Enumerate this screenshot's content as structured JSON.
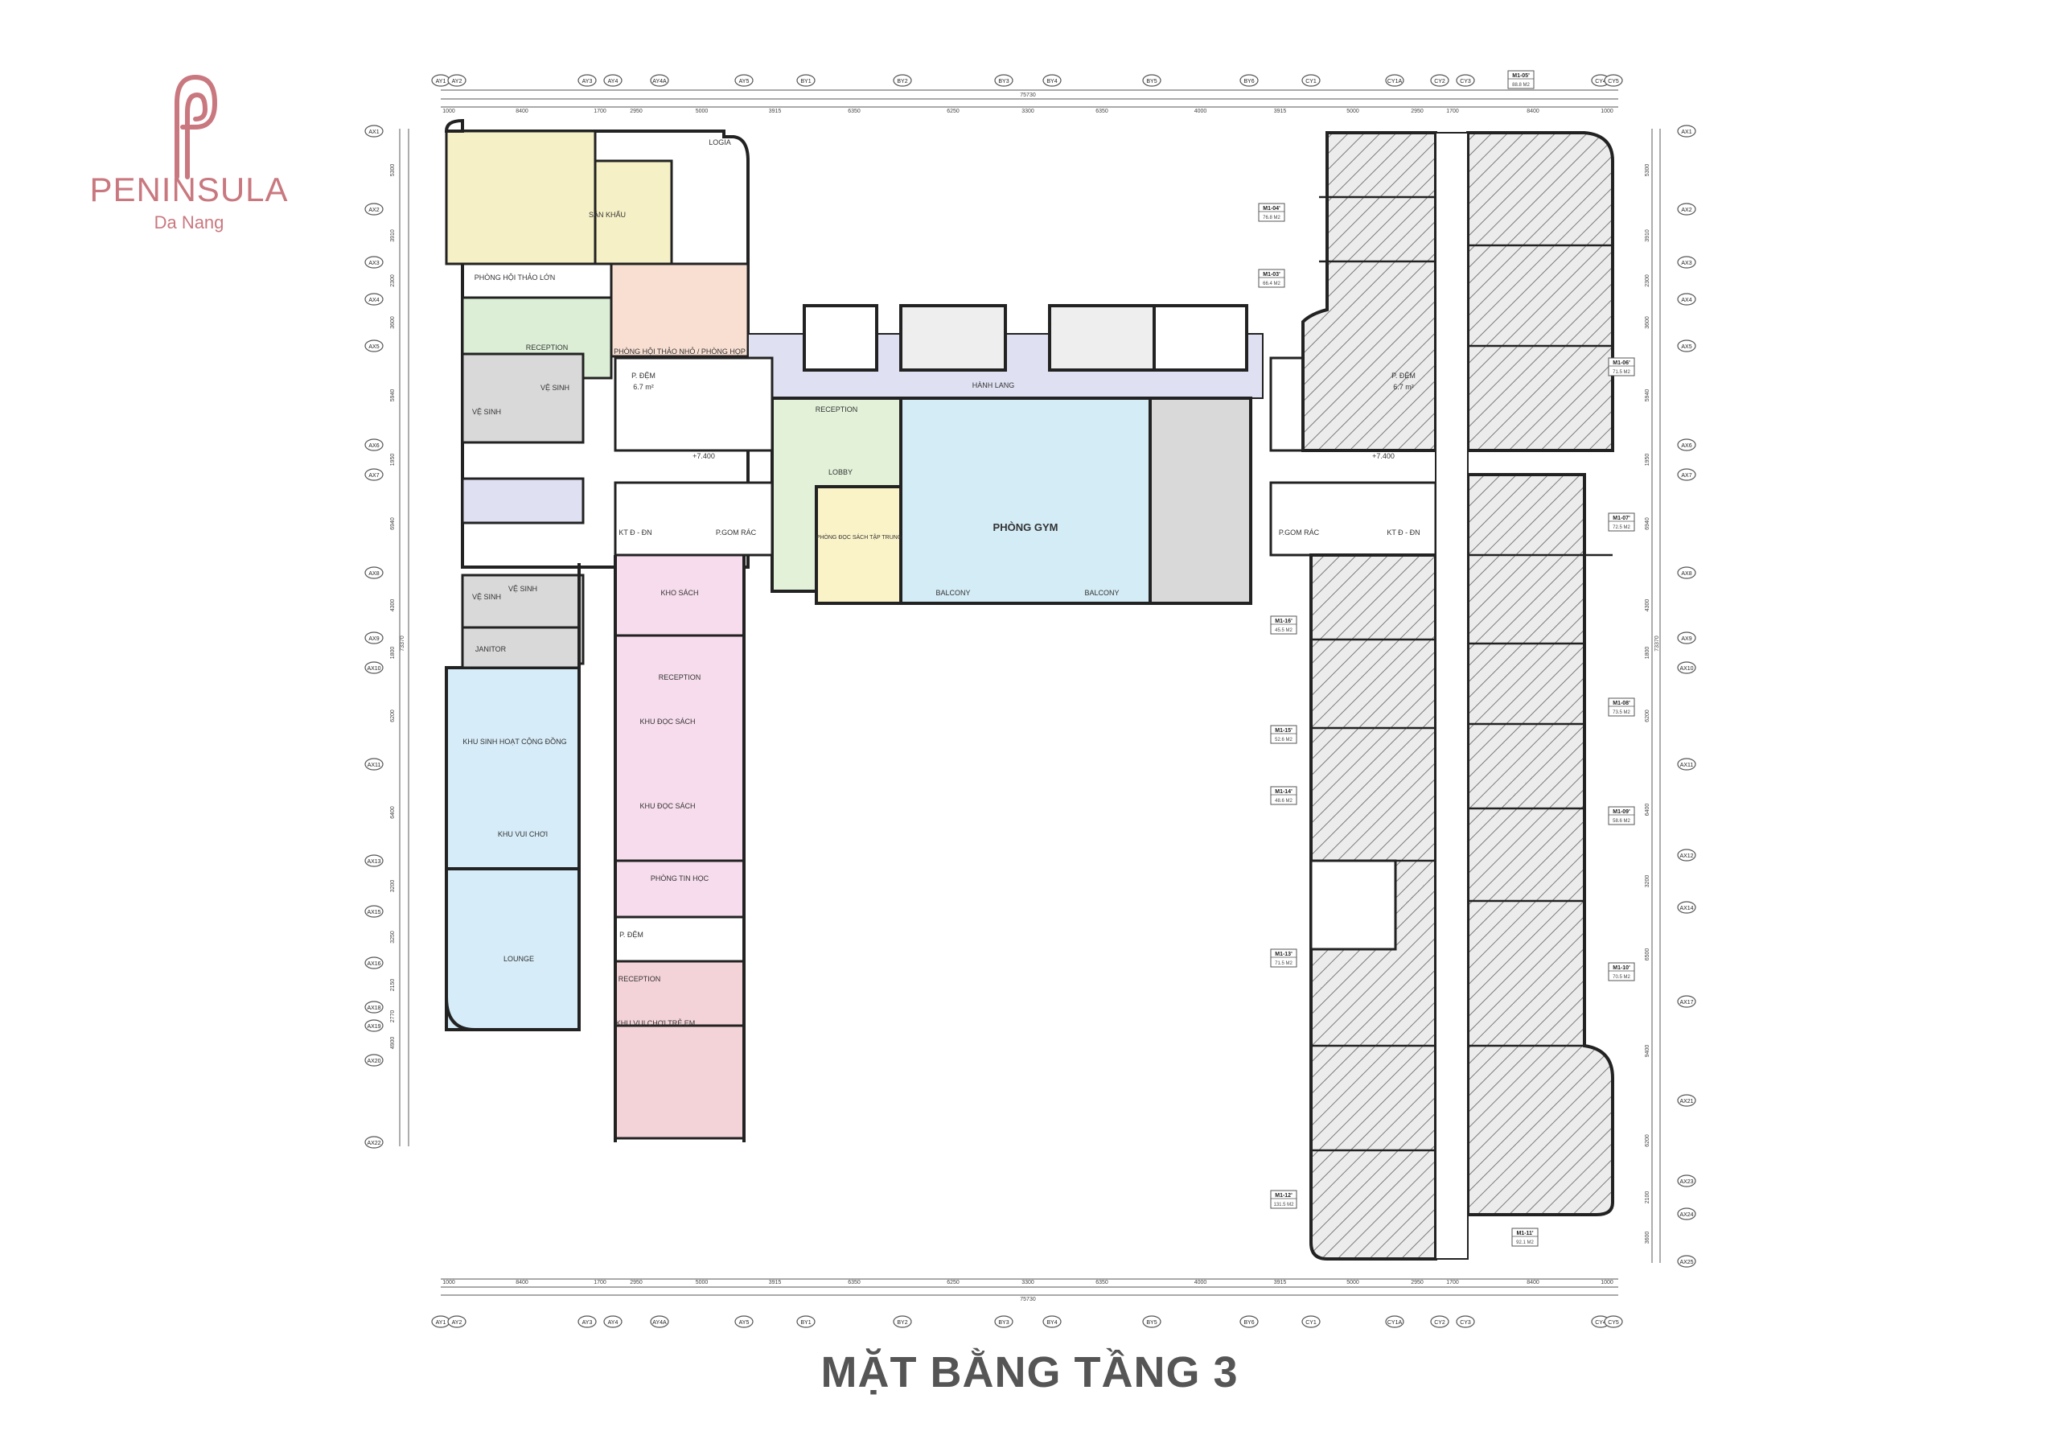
{
  "brand": {
    "name": "PENINSULA",
    "subtitle": "Da Nang",
    "color": "#c9787f"
  },
  "title": "MẶT BẰNG TẦNG 3",
  "colors": {
    "conference": "#f6f0c6",
    "meeting": "#f8dfd2",
    "reception": "#dcefd6",
    "gym": "#d4ecf6",
    "lobby": "#e2f1d8",
    "corridor": "#dfe0f2",
    "community": "#d6ecf8",
    "library": "#f6dcec",
    "kids": "#f3d3d8",
    "wc": "#d9d9d9",
    "apartments": "#e9e9e9",
    "study": "#fbf3c8"
  },
  "grid_top": [
    "AY1",
    "AY2",
    "AY3",
    "AY4",
    "AY4A",
    "AY5",
    "BY1",
    "BY2",
    "BY3",
    "BY4",
    "BY5",
    "BY6",
    "CY1",
    "CY1A",
    "CY2",
    "CY3",
    "CY4",
    "CY5"
  ],
  "grid_left": [
    "AX1",
    "AX2",
    "AX3",
    "AX4",
    "AX5",
    "AX6",
    "AX7",
    "AX8",
    "AX9",
    "AX10",
    "AX11",
    "AX13",
    "AX15",
    "AX16",
    "AX18",
    "AX19",
    "AX20",
    "AX22"
  ],
  "grid_right": [
    "AX1",
    "AX2",
    "AX3",
    "AX4",
    "AX5",
    "AX6",
    "AX7",
    "AX8",
    "AX9",
    "AX10",
    "AX11",
    "AX12",
    "AX14",
    "AX17",
    "AX21",
    "AX23",
    "AX24",
    "AX25"
  ],
  "dims_top": [
    "1000",
    "8400",
    "1700",
    "2950",
    "5000",
    "3915",
    "6350",
    "6250",
    "3300",
    "6350",
    "4000",
    "3915",
    "5000",
    "2950",
    "1700",
    "8400",
    "1000"
  ],
  "total_width": "75730",
  "dims_left": [
    "5300",
    "3910",
    "2300",
    "3600",
    "5940",
    "1950",
    "6940",
    "4300",
    "1800",
    "6200",
    "6400",
    "3200",
    "3250",
    "2150",
    "2770",
    "4900"
  ],
  "dims_right": [
    "5300",
    "3910",
    "2300",
    "3600",
    "5940",
    "1950",
    "6940",
    "4300",
    "1800",
    "6200",
    "6400",
    "3200",
    "6500",
    "9400",
    "6200",
    "2100",
    "3600"
  ],
  "total_height": "73370",
  "rooms": {
    "hoi_thao_lon": "PHÒNG HỘI THẢO LỚN",
    "san_khau": "SÂN KHẤU",
    "logia": "LOGIA",
    "reception1": "RECEPTION",
    "phong_hop": "PHÒNG HỘI THẢO NHỎ / PHÒNG HỌP",
    "ve_sinh": "VỆ SINH",
    "p_dem": "P. ĐỆM",
    "p_dem_area": "6.7 m²",
    "lobby_level": "+7.400",
    "kt_d_dn": "KT Đ - ĐN",
    "p_gom_rac": "P.GOM RÁC",
    "reception_lobby": "RECEPTION",
    "lobby": "LOBBY",
    "phong_doc_sach_tap_trung": "PHÒNG ĐỌC SÁCH TẬP TRUNG",
    "phong_gym": "PHÒNG GYM",
    "balcony": "BALCONY",
    "hanh_lang": "HÀNH LANG",
    "kho_sach": "KHO SÁCH",
    "janitor": "JANITOR",
    "khu_sinh_hoat": "KHU SINH HOẠT CỘNG ĐỒNG",
    "khu_vui_choi": "KHU VUI CHƠI",
    "reception_lib": "RECEPTION",
    "khu_doc_sach": "KHU ĐỌC SÁCH",
    "phong_tin_hoc": "PHÒNG TIN HỌC",
    "lounge": "LOUNGE",
    "reception_kids": "RECEPTION",
    "khu_vui_choi_tre_em": "KHU VUI CHƠI TRẺ EM",
    "p_dem2": "P. ĐỆM"
  },
  "units": [
    {
      "code": "M1-05'",
      "area": "88.8 M2"
    },
    {
      "code": "M1-04'",
      "area": "76.8 M2"
    },
    {
      "code": "M1-03'",
      "area": "66.4 M2"
    },
    {
      "code": "M1-06'",
      "area": "71.5 M2"
    },
    {
      "code": "M1-07'",
      "area": "72.5 M2"
    },
    {
      "code": "M1-16'",
      "area": "45.5 M2"
    },
    {
      "code": "M1-08'",
      "area": "73.5 M2"
    },
    {
      "code": "M1-15'",
      "area": "52.6 M2"
    },
    {
      "code": "M1-14'",
      "area": "48.6 M2"
    },
    {
      "code": "M1-09'",
      "area": "58.6 M2"
    },
    {
      "code": "M1-13'",
      "area": "71.5 M2"
    },
    {
      "code": "M1-10'",
      "area": "70.5 M2"
    },
    {
      "code": "M1-12'",
      "area": "131.5 M2"
    },
    {
      "code": "M1-11'",
      "area": "92.1 M2"
    }
  ]
}
